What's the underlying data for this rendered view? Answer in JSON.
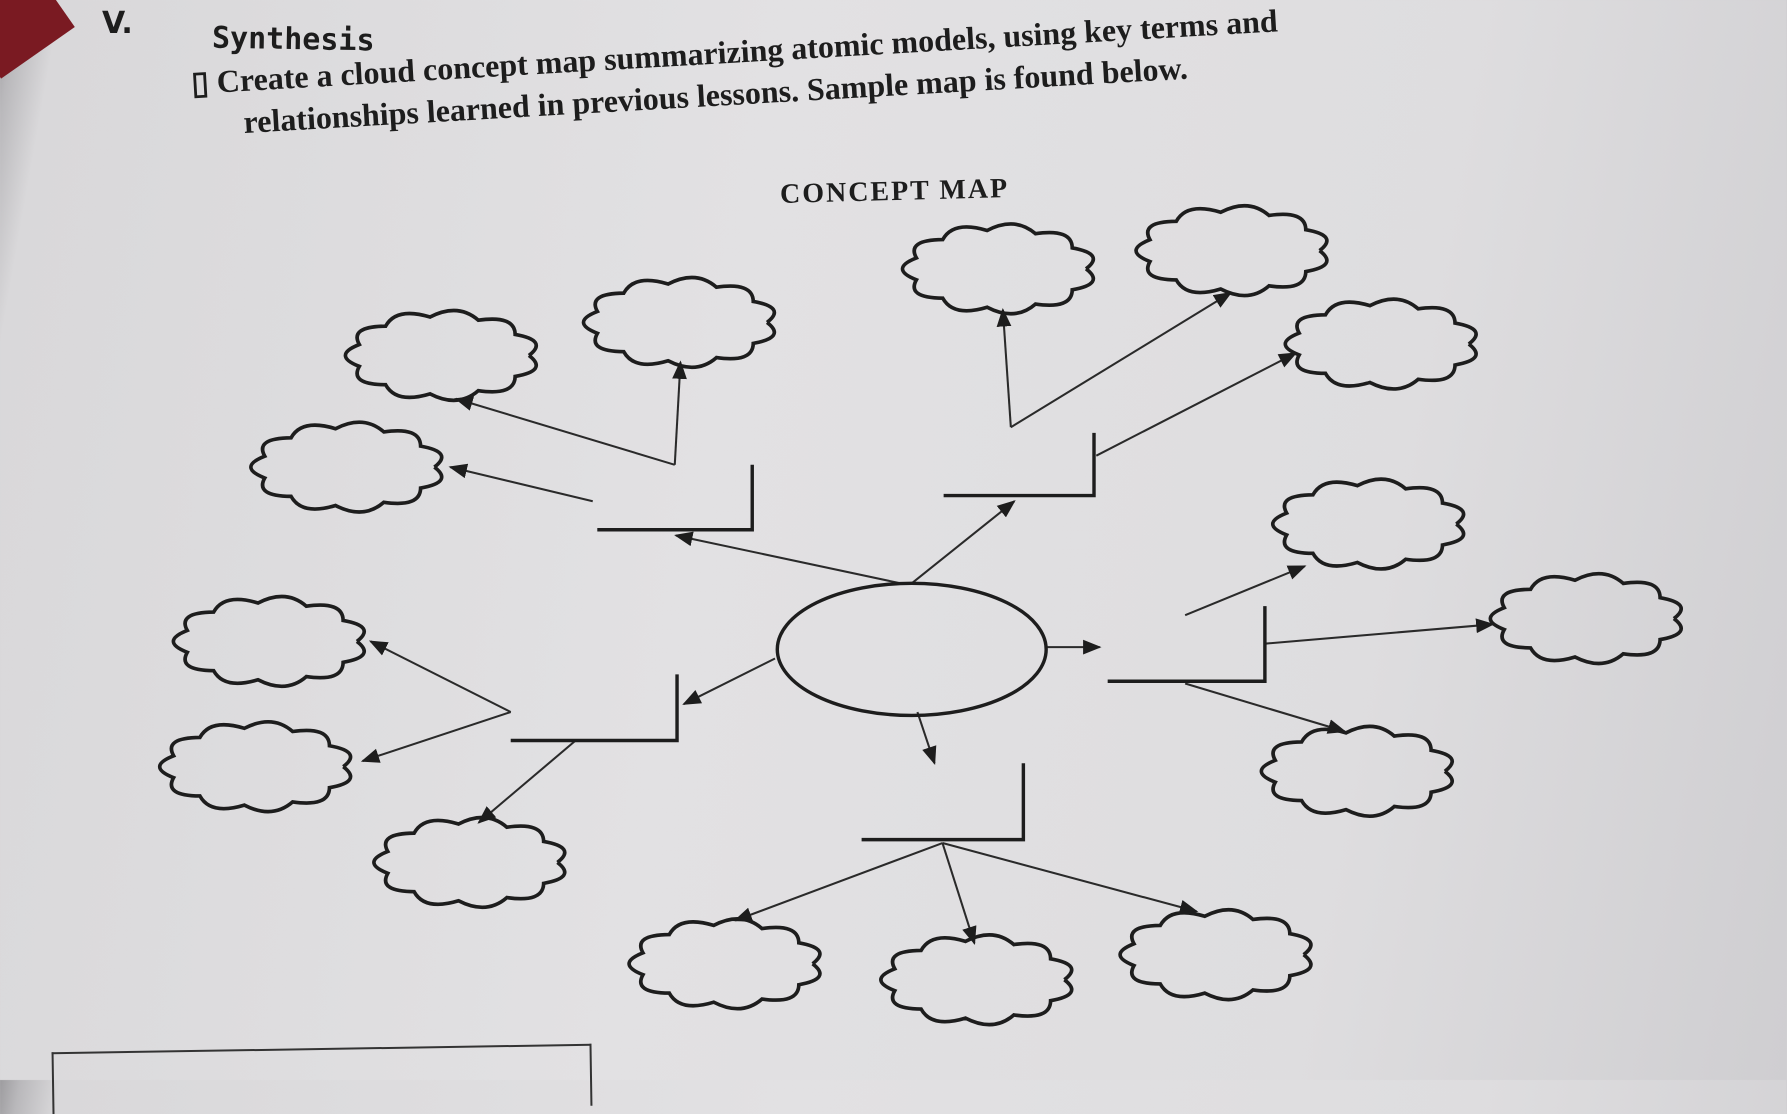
{
  "section": {
    "number": "V.",
    "heading": "Synthesis"
  },
  "instruction": {
    "bullet": "▯",
    "line1": "Create a cloud concept map summarizing atomic models, using key terms and",
    "line2": "relationships learned in previous lessons. Sample map is found below."
  },
  "concept_map": {
    "title": "CONCEPT MAP"
  },
  "colors": {
    "paper": "#dedddf",
    "ink": "#1d1d1d",
    "binder_corner": "#7a1a22"
  }
}
